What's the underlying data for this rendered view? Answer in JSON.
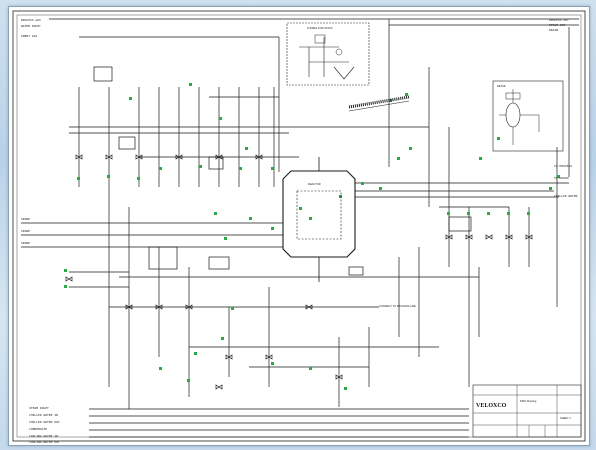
{
  "title_block": {
    "company": "VELOXCO",
    "drawing_title": "P&ID Drawing",
    "sheet": "SHEET 1"
  },
  "colors": {
    "line": "#1a1a1a",
    "green_tag": "#2aa84a",
    "sheet_bg": "#ffffff",
    "frame_bg": "#c7dbee"
  },
  "inlet_labels": [
    "STEAM INLET",
    "CHILLED WATER IN",
    "CHILLED WATER OUT",
    "CONDENSATE",
    "COOLING WATER IN",
    "COOLING WATER OUT"
  ],
  "top_left_labels": [
    "PROCESS GAS",
    "WATER INLET",
    "INERT GAS"
  ],
  "top_right_labels": [
    "PROCESS OUT",
    "STEAM OUT",
    "DRAIN"
  ],
  "right_side_labels": [
    "TO PROCESS",
    "TO DRAIN",
    "CHILLED WATER"
  ],
  "left_side_labels": [
    "SPARE",
    "SPARE",
    "SPARE"
  ],
  "funnel_box_label": "FUNNEL FOR STACK",
  "reactor_label": "REACTOR",
  "right_detail_label": "DETAIL",
  "note_text": "CONNECT TO PROCESS LINE"
}
